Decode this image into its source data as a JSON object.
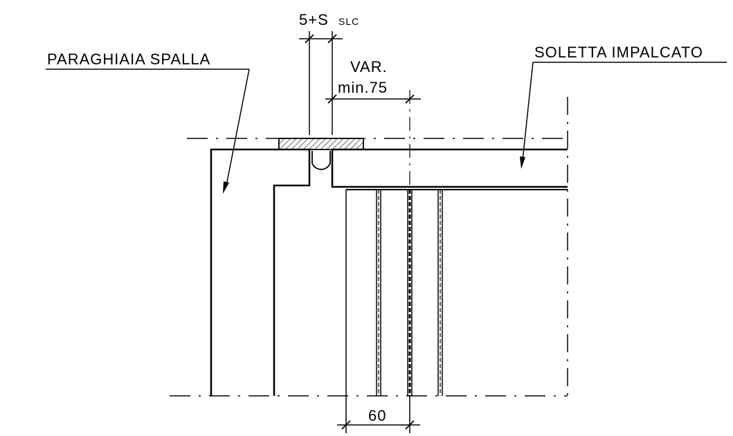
{
  "labels": {
    "left_callout": "PARAGHIAIA SPALLA",
    "right_callout": "SOLETTA IMPALCATO",
    "joint_dim_main": "5+S",
    "joint_dim_sub": "SLC",
    "var_line1": "VAR.",
    "var_line2": "min.75",
    "bottom_dim": "60"
  },
  "colors": {
    "line": "#000000",
    "background": "#ffffff"
  }
}
